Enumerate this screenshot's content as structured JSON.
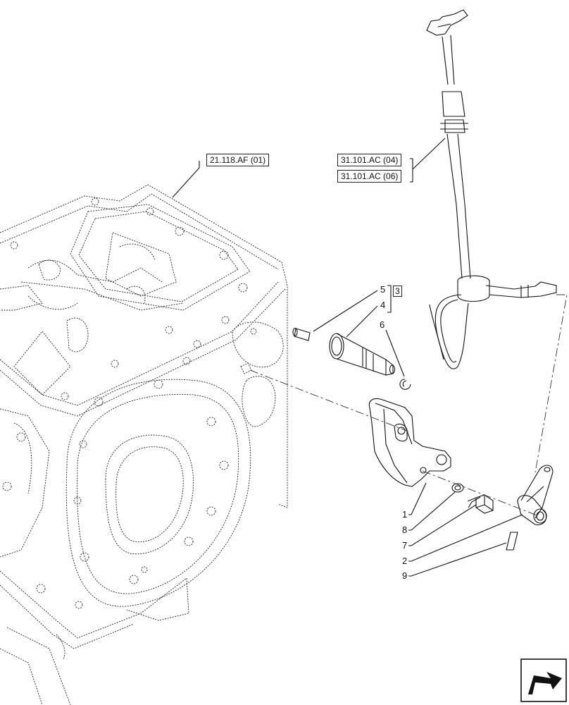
{
  "references": {
    "housing": "21.118.AF (01)",
    "sensor_a": "31.101.AC (04)",
    "sensor_b": "31.101.AC (06)"
  },
  "callouts": [
    "5",
    "4",
    "6",
    "1",
    "8",
    "7",
    "2",
    "9"
  ],
  "quantity_box": "3",
  "nav_icon": "next-page-arrow-icon"
}
